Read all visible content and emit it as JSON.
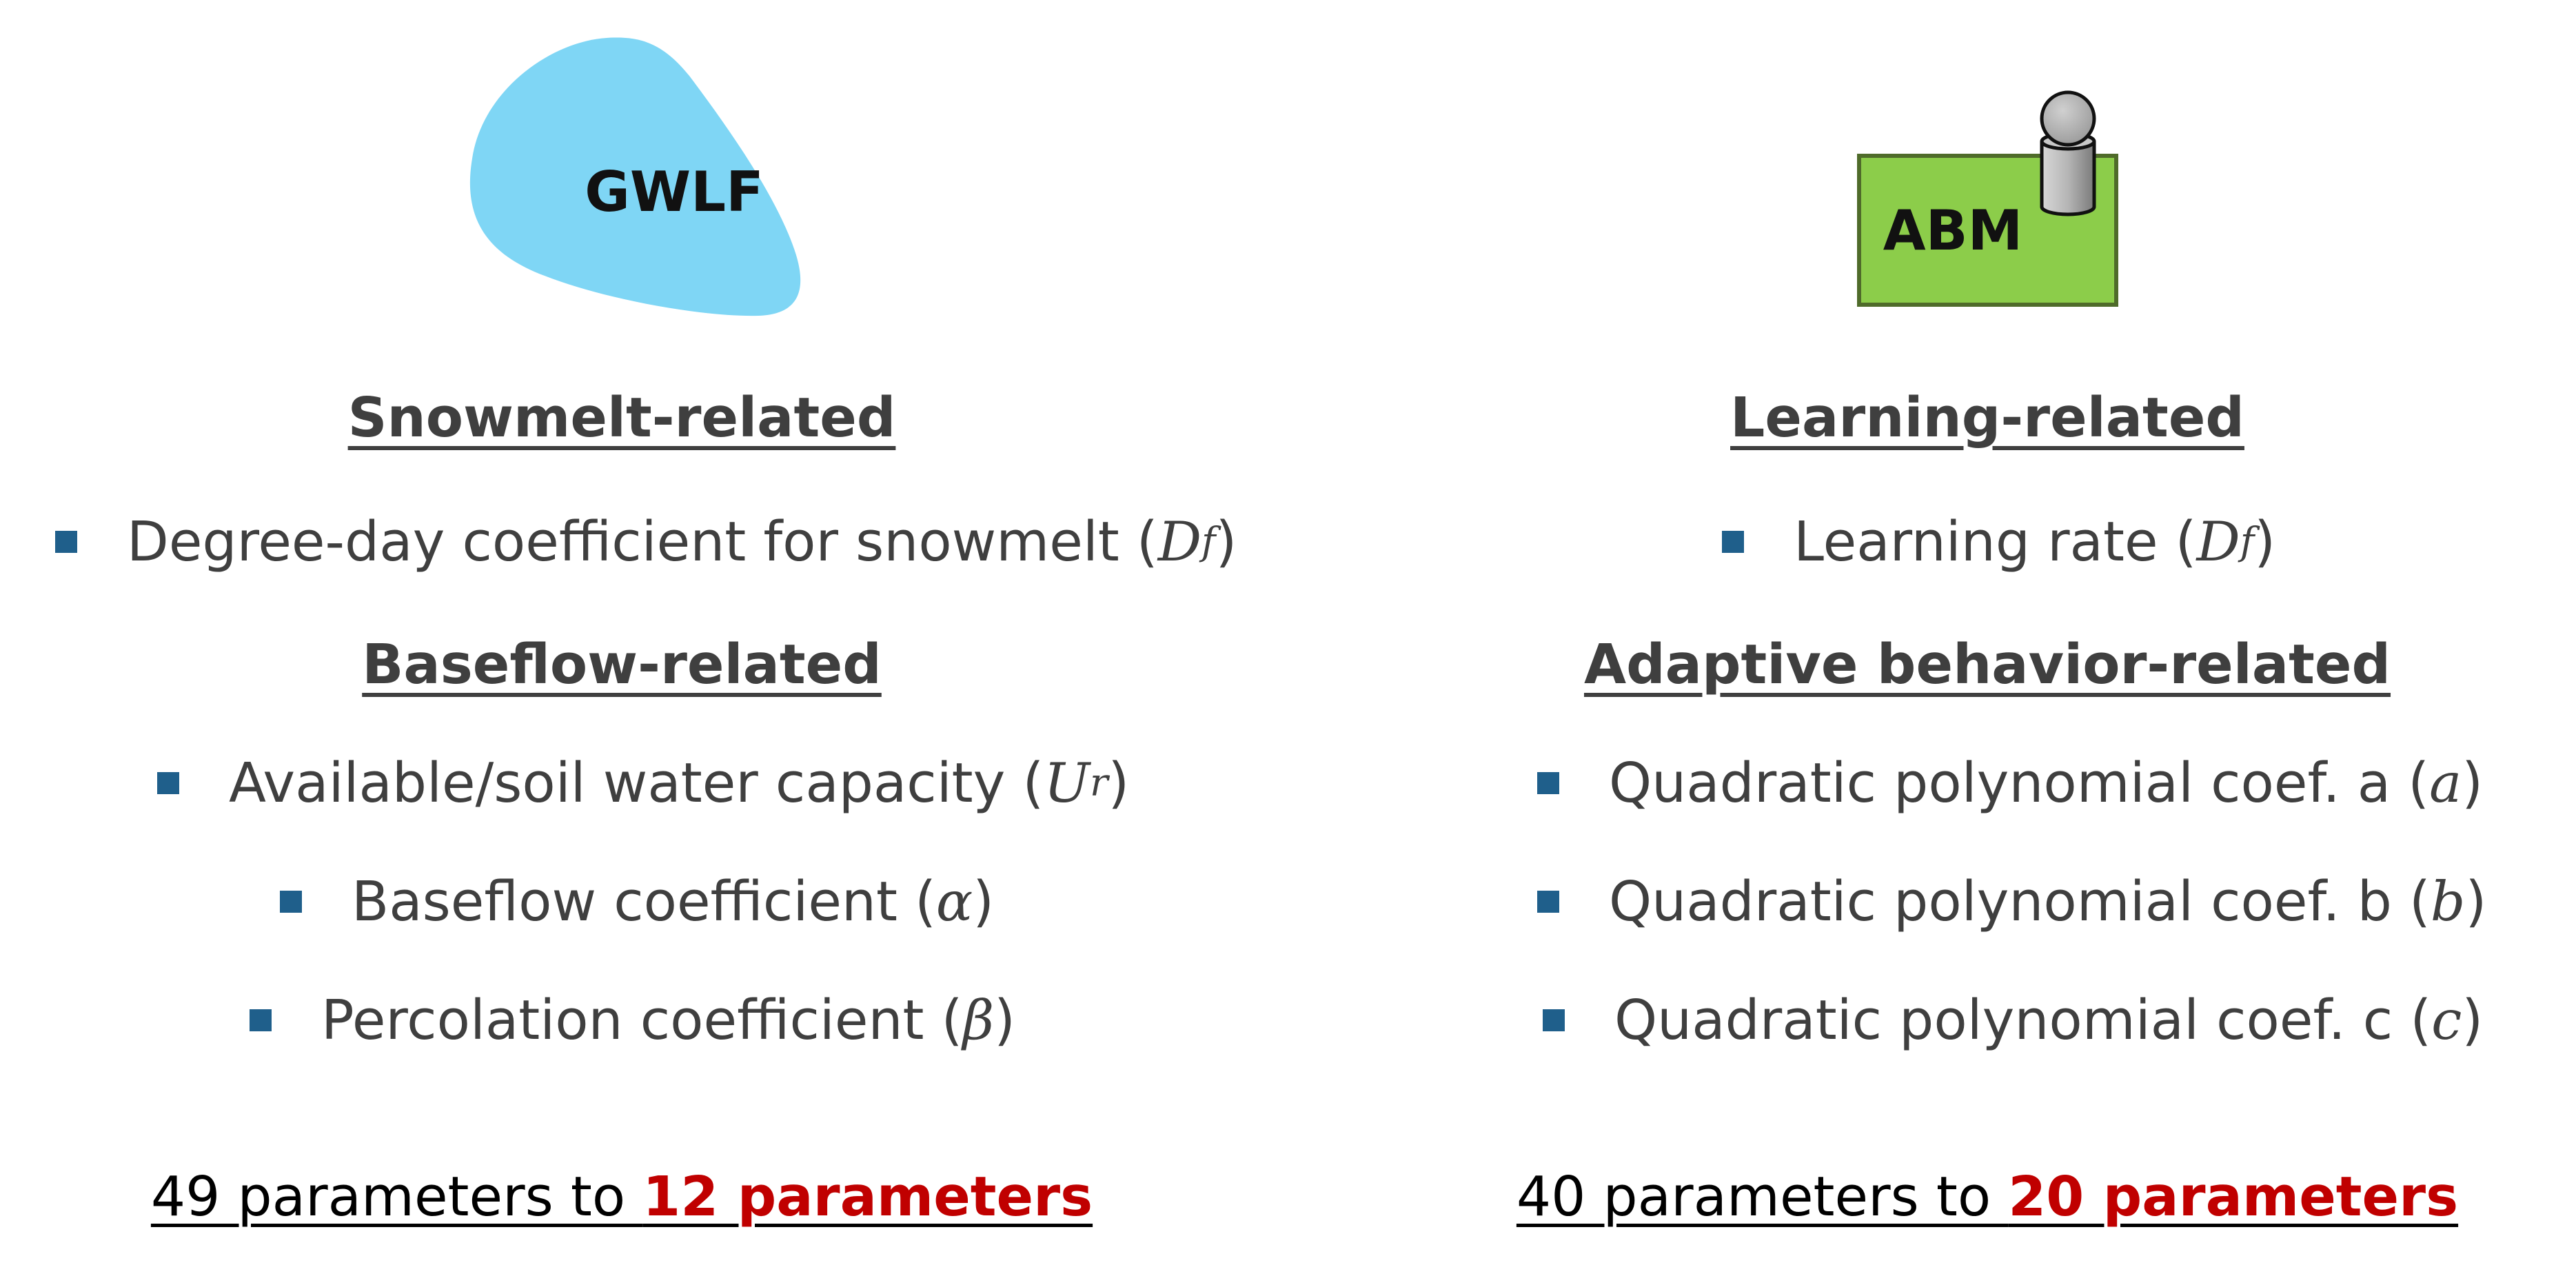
{
  "gwlf": {
    "logo_label": "GWLF",
    "section1_heading": "Snowmelt-related",
    "section1_items": [
      {
        "text": "Degree-day coefficient for snowmelt (",
        "symbol": "D",
        "sub": "f",
        "close": ")"
      }
    ],
    "section2_heading": "Baseflow-related",
    "section2_items": [
      {
        "text": "Available/soil water capacity (",
        "symbol": "U",
        "sub": "r",
        "close": ")"
      },
      {
        "text": "Baseflow coefficient (",
        "symbol": "α",
        "close": ")"
      },
      {
        "text": "Percolation coefficient (",
        "symbol": "β",
        "close": ")"
      }
    ],
    "summary_prefix": "49 parameters to ",
    "summary_highlight": "12 parameters"
  },
  "abm": {
    "logo_label": "ABM",
    "section1_heading": "Learning-related",
    "section1_items": [
      {
        "text": "Learning rate (",
        "symbol": "D",
        "sub": "f",
        "close": ")"
      }
    ],
    "section2_heading": "Adaptive behavior-related",
    "section2_items": [
      {
        "text": "Quadratic polynomial coef. a (",
        "symbol": "a",
        "close": ")"
      },
      {
        "text": "Quadratic polynomial coef. b (",
        "symbol": "b",
        "close": ")"
      },
      {
        "text": "Quadratic polynomial coef. c (",
        "symbol": "c",
        "close": ")"
      }
    ],
    "summary_prefix": "40 parameters to ",
    "summary_highlight": "20 parameters"
  },
  "colors": {
    "gwlf_blob": "#7fd6f5",
    "abm_box": "#8ccd4a",
    "abm_box_border": "#4f6b2a",
    "bullet": "#1f5f8b",
    "highlight": "#c00000",
    "text": "#3f3f3f"
  },
  "icons": {
    "gwlf_logo": "water-blob-icon",
    "abm_logo": "agent-figure-icon"
  }
}
